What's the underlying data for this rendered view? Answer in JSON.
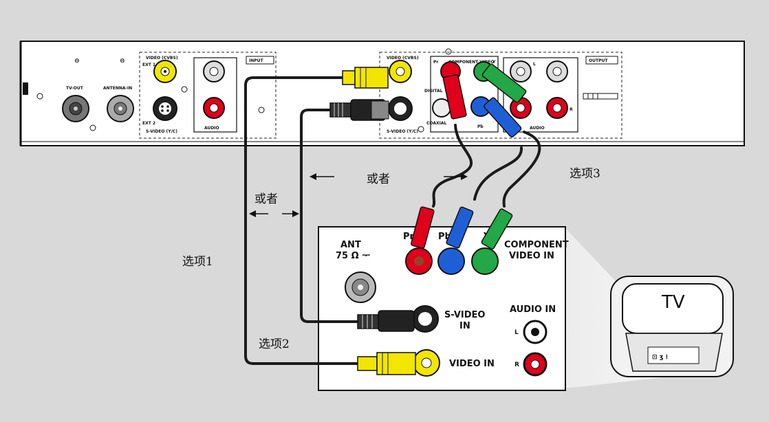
{
  "colors": {
    "background": "#d9d9d9",
    "panel": "#ffffff",
    "yellow": "#f2e600",
    "red": "#e0001a",
    "green": "#22a846",
    "blue": "#1f5fd6",
    "cable": "#1b1b1b"
  },
  "player": {
    "tv_out": "TV-OUT",
    "antenna_in": "ANTENNA-IN",
    "input_label": "INPUT",
    "output_label": "OUTPUT",
    "video_cvbs_in": "VIDEO (CVBS)",
    "ext1": "EXT 1",
    "ext2": "EXT 2",
    "svideo_yc_in": "S-VIDEO (Y/C)",
    "audio_in": "AUDIO",
    "video_cvbs_out": "VIDEO (CVBS)",
    "component": "COMPONENT VIDEO",
    "digital": "DIGITAL",
    "coaxial": "COAXIAL",
    "svideo_yc_out": "S-VIDEO (Y/C)",
    "audio_out": "AUDIO",
    "pr": "Pr",
    "pb": "Pb",
    "y": "Y",
    "l": "L",
    "r": "R"
  },
  "tv_panel": {
    "ant": "ANT",
    "ant_ohm": "75 Ω ᅮ",
    "pr": "Pr",
    "pb": "Pb",
    "y": "Y",
    "component_line1": "COMPONENT",
    "component_line2": "VIDEO IN",
    "svideo_line1": "S-VIDEO",
    "svideo_line2": "IN",
    "audio_in": "AUDIO IN",
    "l": "L",
    "r": "R",
    "video_in": "VIDEO IN"
  },
  "tv": {
    "label": "TV"
  },
  "annotations": {
    "or_left": "或者",
    "or_middle": "或者",
    "option1": "选项1",
    "option2": "选项2",
    "option3": "选项3"
  },
  "icons": {
    "arrows": "double-headed-arrow-icon",
    "antenna": "antenna-icon"
  }
}
